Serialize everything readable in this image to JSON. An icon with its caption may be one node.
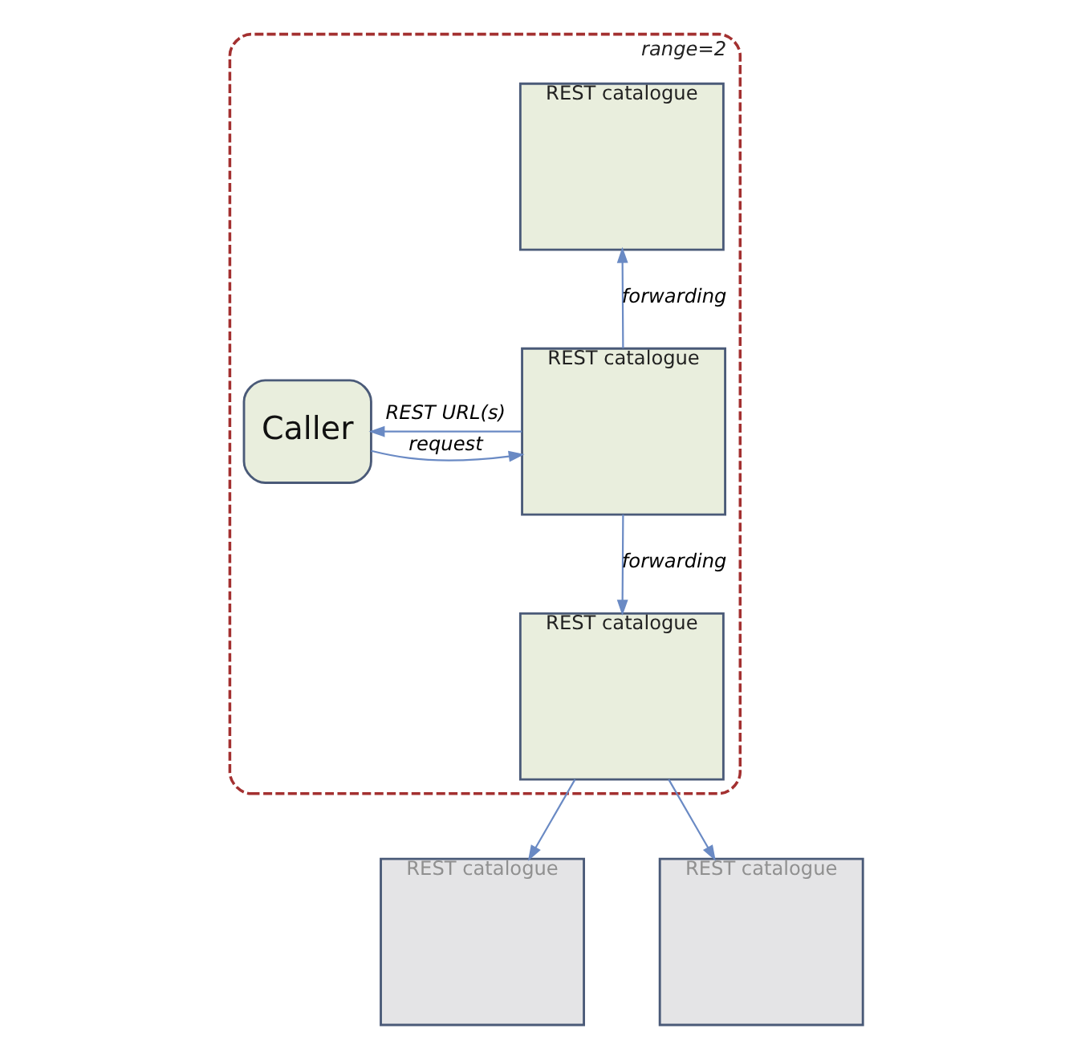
{
  "diagram": {
    "nodes": [
      {
        "text": [
          "range=2"
        ]
      },
      {
        "text": [
          "REST catalogue"
        ],
        "in": 0
      },
      {
        "text": [
          "REST catalogue"
        ],
        "in": 0
      },
      {
        "text": [
          "Caller"
        ],
        "in": 0
      },
      {
        "text": [
          "REST catalogue"
        ],
        "in": 0
      },
      {
        "text": [
          "REST catalogue"
        ]
      },
      {
        "text": [
          "REST catalogue"
        ]
      }
    ],
    "edges": [
      {
        "from": 2,
        "to": 1,
        "arrow": "to",
        "label": "forwarding"
      },
      {
        "from": 3,
        "to": 2,
        "arrow": "to",
        "label": "request"
      },
      {
        "from": 2,
        "to": 3,
        "arrow": "to",
        "label": "REST URL(s)"
      },
      {
        "from": 2,
        "to": 4,
        "arrow": "to",
        "label": "forwarding"
      },
      {
        "from": 4,
        "to": 5,
        "arrow": "to"
      },
      {
        "from": 4,
        "to": 6,
        "arrow": "to"
      }
    ]
  }
}
